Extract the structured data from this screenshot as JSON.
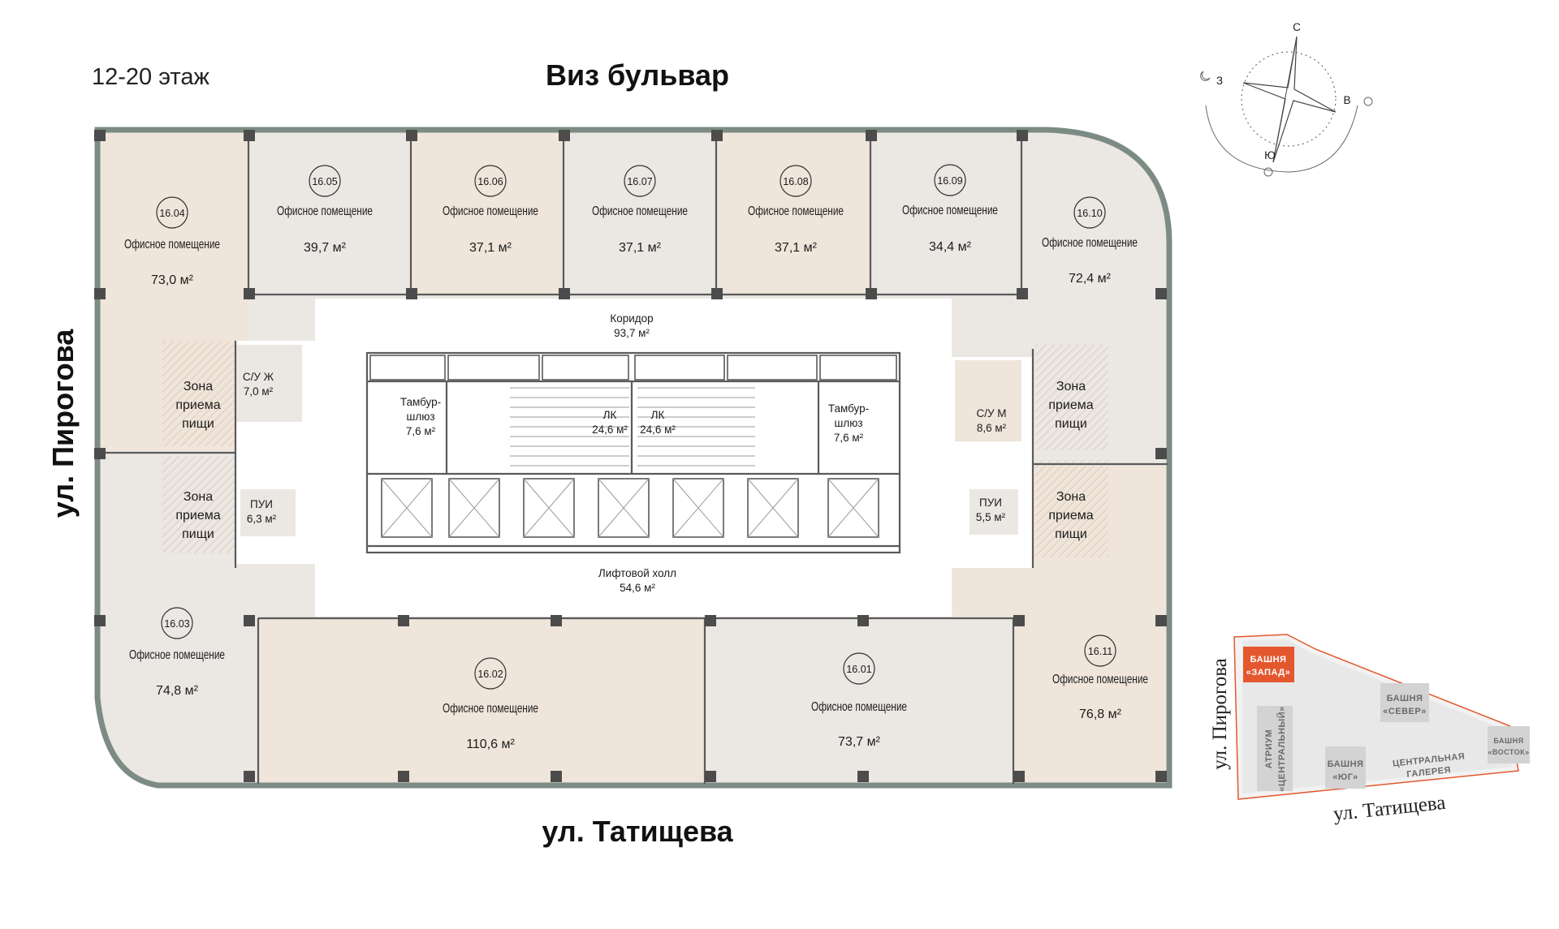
{
  "header": {
    "floor_label": "12-20 этаж",
    "street_top": "Виз бульвар",
    "street_bottom": "ул. Татищева",
    "street_left": "ул. Пирогова"
  },
  "compass": {
    "north": "С",
    "west": "З",
    "east": "В",
    "south": "Ю"
  },
  "offices": [
    {
      "id": "16.01",
      "name": "Офисное помещение",
      "area": "73,7 м²"
    },
    {
      "id": "16.02",
      "name": "Офисное помещение",
      "area": "110,6 м²"
    },
    {
      "id": "16.03",
      "name": "Офисное помещение",
      "area": "74,8 м²"
    },
    {
      "id": "16.04",
      "name": "Офисное помещение",
      "area": "73,0 м²"
    },
    {
      "id": "16.05",
      "name": "Офисное помещение",
      "area": "39,7 м²"
    },
    {
      "id": "16.06",
      "name": "Офисное помещение",
      "area": "37,1 м²"
    },
    {
      "id": "16.07",
      "name": "Офисное помещение",
      "area": "37,1 м²"
    },
    {
      "id": "16.08",
      "name": "Офисное помещение",
      "area": "37,1 м²"
    },
    {
      "id": "16.09",
      "name": "Офисное помещение",
      "area": "34,4 м²"
    },
    {
      "id": "16.10",
      "name": "Офисное помещение",
      "area": "72,4 м²"
    },
    {
      "id": "16.11",
      "name": "Офисное помещение",
      "area": "76,8 м²"
    }
  ],
  "common": {
    "corridor": {
      "name": "Коридор",
      "area": "93,7 м²"
    },
    "lift_hall": {
      "name": "Лифтовой холл",
      "area": "54,6 м²"
    },
    "stair_left": {
      "name": "ЛК",
      "area": "24,6 м²"
    },
    "stair_right": {
      "name": "ЛК",
      "area": "24,6 м²"
    },
    "tambur_left": {
      "name1": "Тамбур-",
      "name2": "шлюз",
      "area": "7,6 м²"
    },
    "tambur_right": {
      "name1": "Тамбур-",
      "name2": "шлюз",
      "area": "7,6 м²"
    },
    "wc_f": {
      "name": "С/У Ж",
      "area": "7,0 м²"
    },
    "wc_m": {
      "name": "С/У М",
      "area": "8,6 м²"
    },
    "pui_left": {
      "name": "ПУИ",
      "area": "6,3 м²"
    },
    "pui_right": {
      "name": "ПУИ",
      "area": "5,5 м²"
    },
    "food_zone": [
      "Зона",
      "приема",
      "пищи"
    ]
  },
  "site_plan": {
    "tower_west": [
      "БАШНЯ",
      "«ЗАПАД»"
    ],
    "tower_north": [
      "БАШНЯ",
      "«СЕВЕР»"
    ],
    "tower_east": [
      "БАШНЯ",
      "«ВОСТОК»"
    ],
    "tower_south": [
      "БАШНЯ",
      "«ЮГ»"
    ],
    "atrium": [
      "АТРИУМ",
      "«ЦЕНТРАЛЬНЫЙ»"
    ],
    "gallery": [
      "ЦЕНТРАЛЬНАЯ",
      "ГАЛЕРЕЯ"
    ],
    "street_left": "ул. Пирогова",
    "street_bottom": "ул. Татищева"
  },
  "colors": {
    "wall": "#7c8c84",
    "column": "#4c4c4c",
    "office_warm": "#efe5da",
    "office_grey": "#ebe7e3",
    "highlight": "#e4572e"
  }
}
